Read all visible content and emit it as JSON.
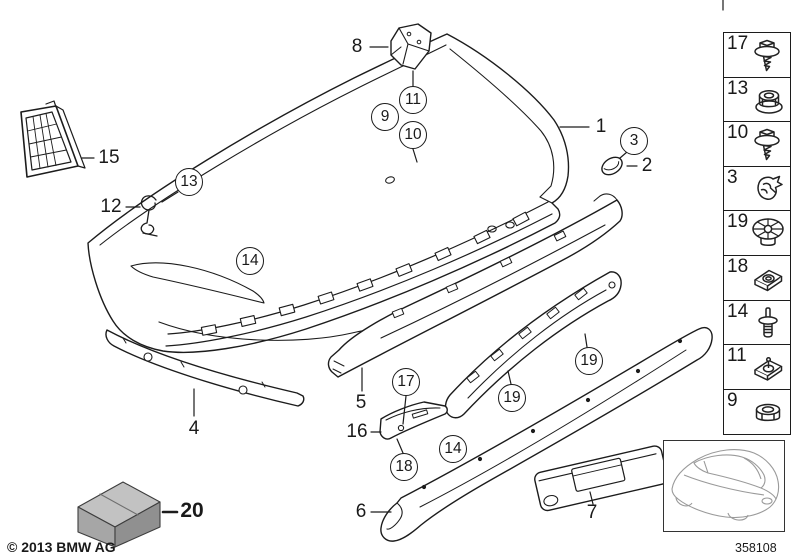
{
  "figure": {
    "copyright": "© 2013 BMW AG",
    "code": "358108"
  },
  "callouts": {
    "circled": [
      "13",
      "9",
      "11",
      "10",
      "3",
      "14",
      "14",
      "17",
      "18",
      "19",
      "19"
    ],
    "plain": [
      "8",
      "12",
      "15",
      "1",
      "2",
      "4",
      "5",
      "16",
      "6",
      "7"
    ],
    "kit_label": "20"
  },
  "sidebar": {
    "items": [
      {
        "label": "17",
        "icon": "screw-icon"
      },
      {
        "label": "13",
        "icon": "flange-nut-icon"
      },
      {
        "label": "10",
        "icon": "screw-icon"
      },
      {
        "label": "3",
        "icon": "clip-icon"
      },
      {
        "label": "19",
        "icon": "grommet-icon"
      },
      {
        "label": "18",
        "icon": "speed-nut-icon"
      },
      {
        "label": "14",
        "icon": "expansion-rivet-icon"
      },
      {
        "label": "11",
        "icon": "clip-nut-icon"
      },
      {
        "label": "9",
        "icon": "hex-nut-icon"
      }
    ]
  },
  "colors": {
    "line": "#1c1c1c",
    "kit_box_top": "#c2c2c2",
    "kit_box_front": "#a6a6a6",
    "kit_box_side": "#909090",
    "car_sketch": "#9a9a9a"
  }
}
